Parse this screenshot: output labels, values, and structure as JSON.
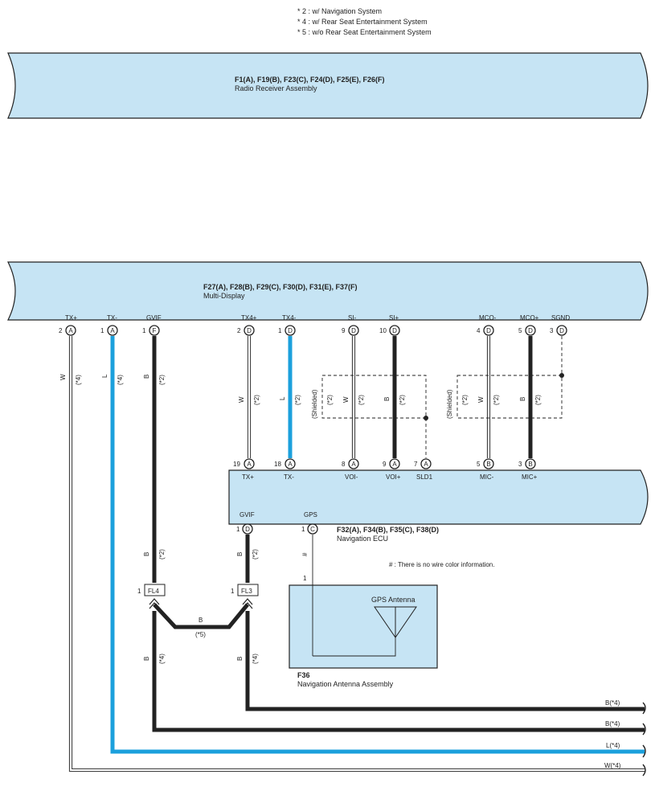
{
  "notes": [
    "* 2 : w/ Navigation System",
    "* 4 : w/ Rear Seat Entertainment System",
    "* 5 : w/o Rear Seat Entertainment System"
  ],
  "radio_receiver": {
    "connectors": "F1(A), F19(B), F23(C), F24(D), F25(E), F26(F)",
    "name": "Radio Receiver Assembly"
  },
  "multi_display": {
    "connectors": "F27(A), F28(B), F29(C), F30(D), F31(E), F37(F)",
    "name": "Multi-Display",
    "pins": [
      {
        "label": "TX+",
        "num": "2",
        "conn": "A"
      },
      {
        "label": "TX-",
        "num": "1",
        "conn": "A"
      },
      {
        "label": "GVIF",
        "num": "1",
        "conn": "F"
      },
      {
        "label": "TX4+",
        "num": "2",
        "conn": "D"
      },
      {
        "label": "TX4-",
        "num": "1",
        "conn": "D"
      },
      {
        "label": "SI-",
        "num": "9",
        "conn": "D"
      },
      {
        "label": "SI+",
        "num": "10",
        "conn": "D"
      },
      {
        "label": "MCO-",
        "num": "4",
        "conn": "D"
      },
      {
        "label": "MCO+",
        "num": "5",
        "conn": "D"
      },
      {
        "label": "SGND",
        "num": "3",
        "conn": "D"
      }
    ]
  },
  "navigation_ecu": {
    "connectors": "F32(A), F34(B), F35(C), F38(D)",
    "name": "Navigation ECU",
    "top_pins": [
      {
        "label": "TX+",
        "num": "19",
        "conn": "A"
      },
      {
        "label": "TX-",
        "num": "18",
        "conn": "A"
      },
      {
        "label": "VOI-",
        "num": "8",
        "conn": "A"
      },
      {
        "label": "VOI+",
        "num": "9",
        "conn": "A"
      },
      {
        "label": "SLD1",
        "num": "7",
        "conn": "A"
      },
      {
        "label": "MIC-",
        "num": "5",
        "conn": "B"
      },
      {
        "label": "MIC+",
        "num": "3",
        "conn": "B"
      }
    ],
    "bottom_pins": [
      {
        "label": "GVIF",
        "num": "1",
        "conn": "D"
      },
      {
        "label": "GPS",
        "num": "1",
        "conn": "C"
      }
    ]
  },
  "antenna": {
    "code": "F36",
    "name": "Navigation Antenna Assembly",
    "gps_label": "GPS Antenna",
    "pin": "1"
  },
  "filters": {
    "fl4": "FL4",
    "fl3": "FL3",
    "pin": "1"
  },
  "wire_note": "# : There is no wire color information.",
  "wire_labels": {
    "w": "W",
    "l": "L",
    "b": "B",
    "hash": "#",
    "n2": "(*2)",
    "n4": "(*4)",
    "n5": "(*5)",
    "shielded": "(Shielded)"
  },
  "exits": {
    "b1": "B(*4)",
    "b2": "B(*4)",
    "l": "L(*4)",
    "w": "W(*4)"
  },
  "colors": {
    "box_fill": "#c6e4f4",
    "blue_wire": "#1ba0dc",
    "black_wire": "#222222"
  }
}
